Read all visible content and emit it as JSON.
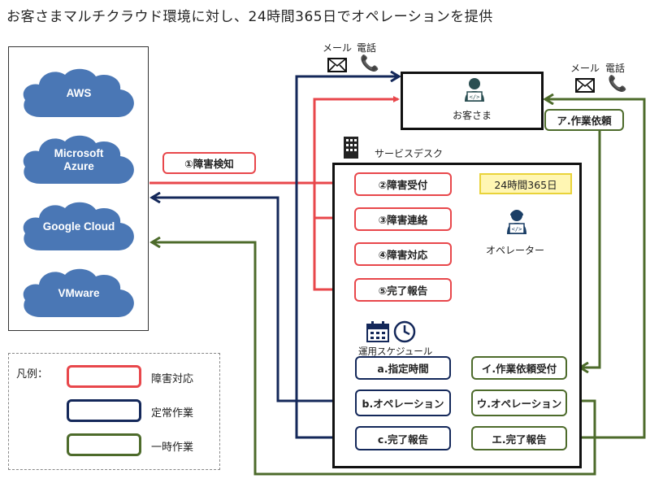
{
  "title": "お客さまマルチクラウド環境に対し、24時間365日でオペレーションを提供",
  "clouds": [
    {
      "name": "AWS"
    },
    {
      "name": "Microsoft\nAzure"
    },
    {
      "name": "Google Cloud"
    },
    {
      "name": "VMware"
    }
  ],
  "contact_left": {
    "mail": "メール",
    "phone": "電話"
  },
  "contact_right": {
    "mail": "メール",
    "phone": "電話"
  },
  "customer": {
    "label": "お客さま"
  },
  "service_desk": {
    "label": "サービスデスク"
  },
  "detection": {
    "label": "①障害検知"
  },
  "incident_steps": [
    "②障害受付",
    "③障害連絡",
    "④障害対応",
    "⑤完了報告"
  ],
  "badge": "24時間365日",
  "operator": {
    "label": "オペレーター"
  },
  "schedule": {
    "label": "運用スケジュール"
  },
  "routine_steps": [
    "a.指定時間",
    "b.オペレーション",
    "c.完了報告"
  ],
  "temp_request": {
    "label": "ア.作業依頼"
  },
  "temp_steps": [
    "イ.作業依頼受付",
    "ウ.オペレーション",
    "エ.完了報告"
  ],
  "legend": {
    "title": "凡例：",
    "items": [
      {
        "label": "障害対応",
        "color": "#e8474b"
      },
      {
        "label": "定常作業",
        "color": "#14285a"
      },
      {
        "label": "一時作業",
        "color": "#4d6b2b"
      }
    ]
  },
  "colors": {
    "red": "#e8474b",
    "navy": "#14285a",
    "green": "#4d6b2b",
    "cloud": "#4a77b5",
    "badge_fill": "#fff6b3",
    "badge_border": "#e9d33a"
  }
}
